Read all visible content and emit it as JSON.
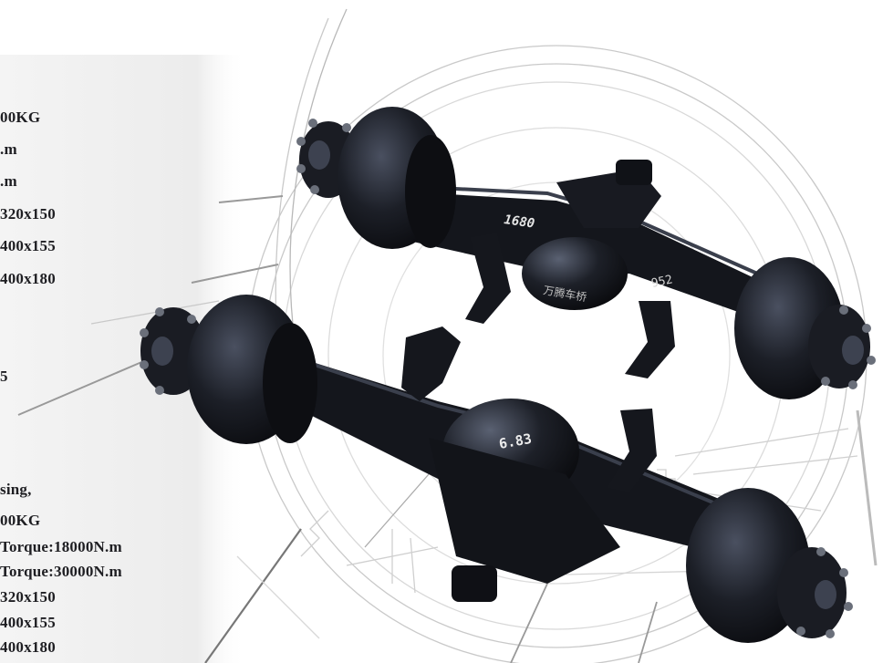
{
  "specs_upper": [
    "00KG",
    ".m",
    ".m",
    "320x150",
    "400x155",
    "400x180",
    "5"
  ],
  "specs_lower": [
    "sing,",
    "00KG",
    " Torque:18000N.m",
    " Torque:30000N.m",
    "320x150",
    "400x155",
    "400x180"
  ],
  "axle_markings": {
    "upper_axle_ratio": "1680",
    "upper_axle_code": "952",
    "upper_axle_brand": "万腾车桥",
    "lower_axle_ratio": "6.83"
  },
  "colors": {
    "axle_body": "#14161c",
    "axle_highlight": "#4a5060",
    "marking": "#e6e6e6",
    "diagram_lines": "#c8c8c8",
    "panel_bg": "#efefef",
    "text": "#1e1e22"
  }
}
